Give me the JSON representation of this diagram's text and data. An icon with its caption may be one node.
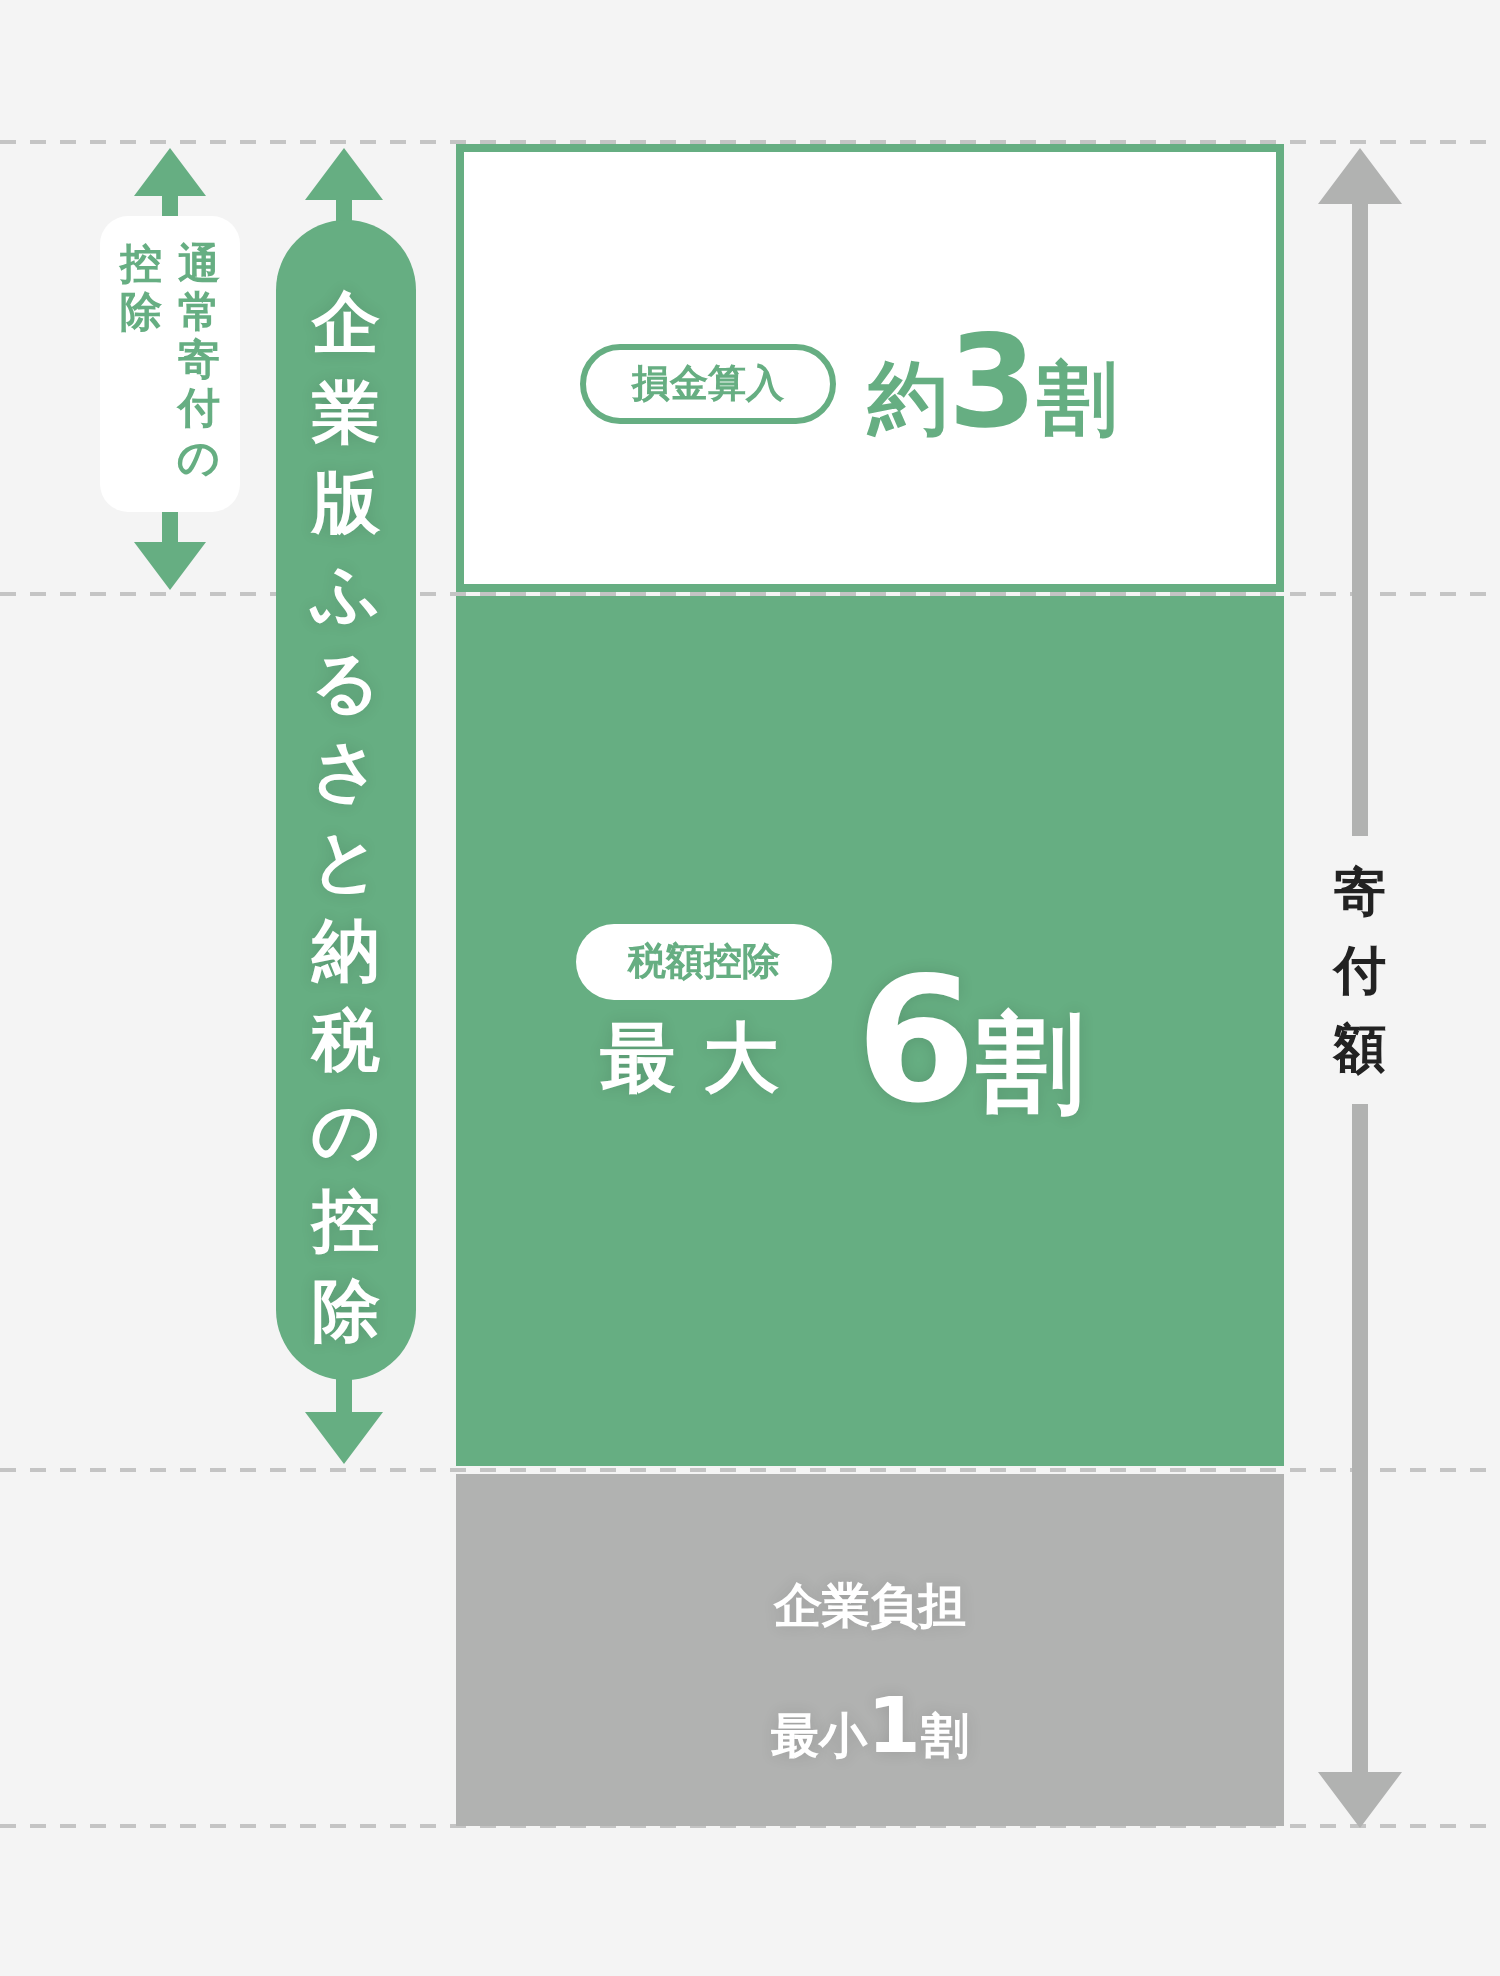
{
  "diagram": {
    "nodes": [
      {
        "text": [
          "損金算入",
          "約3割"
        ]
      },
      {
        "text": [
          "税額控除",
          "最大",
          "6割"
        ]
      },
      {
        "text": [
          "企業負担",
          "最小1割"
        ]
      },
      {
        "text": [
          "通常寄付の控除"
        ]
      },
      {
        "text": [
          "企業版ふるさと納税の控除"
        ]
      }
    ],
    "labels": [
      "寄付額"
    ]
  }
}
